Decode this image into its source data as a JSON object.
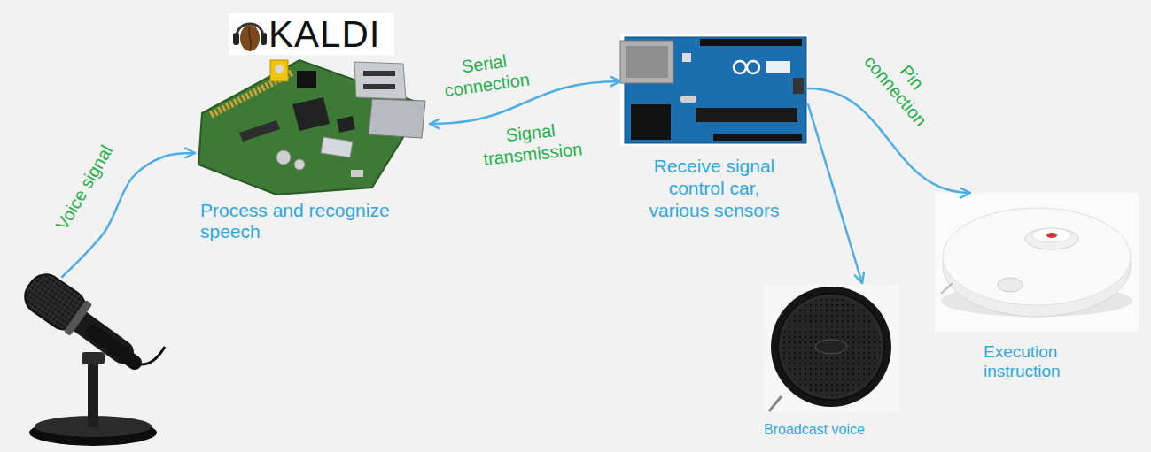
{
  "diagram": {
    "nodes": [
      {
        "text": []
      },
      {
        "text": [
          "KALDI",
          "Process and recognize speech"
        ]
      },
      {
        "text": [
          "Receive signal control car, various sensors"
        ]
      },
      {
        "text": [
          "Broadcast voice"
        ]
      },
      {
        "text": [
          "Execution instruction"
        ]
      }
    ],
    "edges": [
      {
        "from": 0,
        "to": 1,
        "arrow": "to",
        "label": "Voice signal"
      },
      {
        "from": 1,
        "to": 2,
        "arrow": "both",
        "label": "Serial connection"
      },
      {
        "from": 2,
        "to": 4,
        "arrow": "to",
        "label": "Pin connection"
      },
      {
        "from": 2,
        "to": 3,
        "arrow": "to"
      }
    ],
    "labels": [
      "Signal transmission"
    ]
  }
}
